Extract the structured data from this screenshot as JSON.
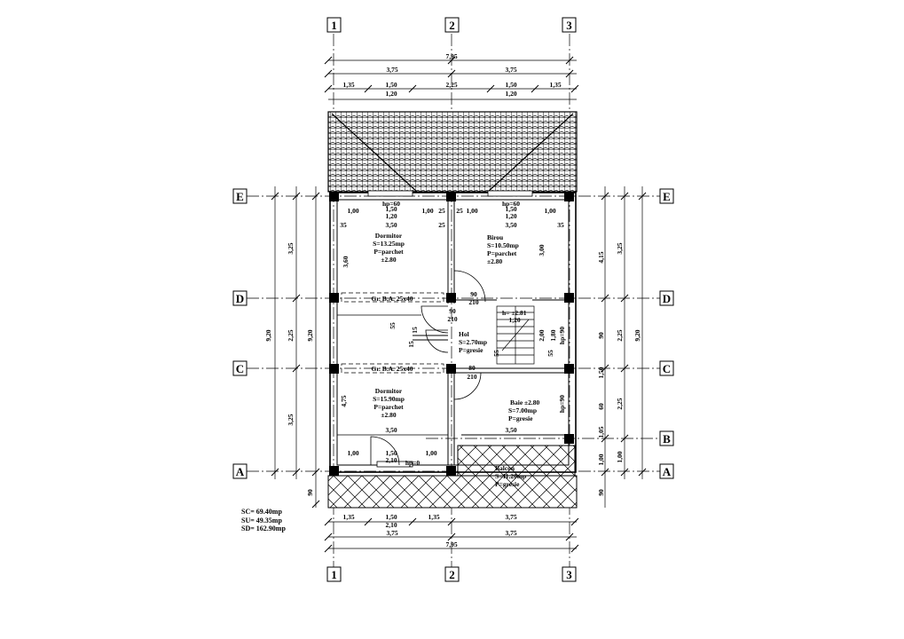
{
  "axes": {
    "columns": [
      "1",
      "2",
      "3"
    ],
    "rows": [
      "E",
      "D",
      "C",
      "B",
      "A"
    ]
  },
  "dimensions": {
    "top": {
      "total": "7,95",
      "halves": [
        "3,75",
        "3,75"
      ],
      "segments": [
        "1,35",
        "1,50",
        "2,25",
        "1,50",
        "1,35"
      ],
      "windows": [
        "1,20",
        "1,20"
      ]
    },
    "bottom": {
      "segments": [
        "1,35",
        "1,50",
        "1,35",
        "3,75"
      ],
      "door": "2,10",
      "halves": [
        "3,75",
        "3,75"
      ],
      "total": "7,95"
    },
    "left": {
      "total": "9,20",
      "spans": [
        "3,25",
        "2,25",
        "3,25"
      ],
      "bottom": "90"
    },
    "right": {
      "total": "9,20",
      "spans": [
        "3,25",
        "2,25",
        "2,25",
        "1,00"
      ],
      "inner": [
        "4,15",
        "90",
        "1,50",
        "60",
        "1,05",
        "1,00",
        "90"
      ]
    },
    "inner": {
      "north_row": [
        "1,00",
        "1,50",
        "1,00",
        "1,00",
        "1,50",
        "1,00"
      ],
      "north_win": [
        "1,20",
        "1,20"
      ],
      "north_rooms": [
        "3,50",
        "3,50"
      ],
      "north_thk": [
        "25",
        "25",
        "25",
        "35",
        "35"
      ],
      "south_rooms": [
        "3,50",
        "3,50"
      ],
      "south_row": [
        "1,00",
        "1,50",
        "1,00"
      ],
      "south_door": "2,10",
      "left_heights": [
        "3,60",
        "4,75"
      ],
      "right_heights": [
        "3,00",
        "2,00"
      ],
      "misc": [
        "55",
        "15",
        "15",
        "55",
        "90",
        "210",
        "80",
        "210",
        "90",
        "210",
        "1,20",
        "55",
        "1,80"
      ],
      "sill_heights": [
        "hp=60",
        "hp=60",
        "hp=0",
        "hp=90",
        "hp=90"
      ]
    }
  },
  "beams": [
    "Gr. B.A. 25x40",
    "Gr. B.A. 25x40"
  ],
  "rooms": [
    {
      "name": "Dormitor",
      "area": "S=13.25mp",
      "floor": "P=parchet",
      "level": "±2.80"
    },
    {
      "name": "Birou",
      "area": "S=10.50mp",
      "floor": "P=parchet",
      "level": "±2.80"
    },
    {
      "name": "Hol",
      "area": "S=2.70mp",
      "floor": "P=gresie"
    },
    {
      "name": "Dormitor",
      "area": "S=15.90mp",
      "floor": "P=parchet",
      "level": "±2.80"
    },
    {
      "name": "Baie ±2.80",
      "area": "S=7.00mp",
      "floor": "P=gresie"
    },
    {
      "name": "Balcon",
      "area": "S=11.20mp",
      "floor": "P=gresie"
    }
  ],
  "stair_note": "h= ±2.81",
  "summary": [
    "SC= 69.40mp",
    "SU= 49.35mp",
    "SD= 162.90mp"
  ]
}
